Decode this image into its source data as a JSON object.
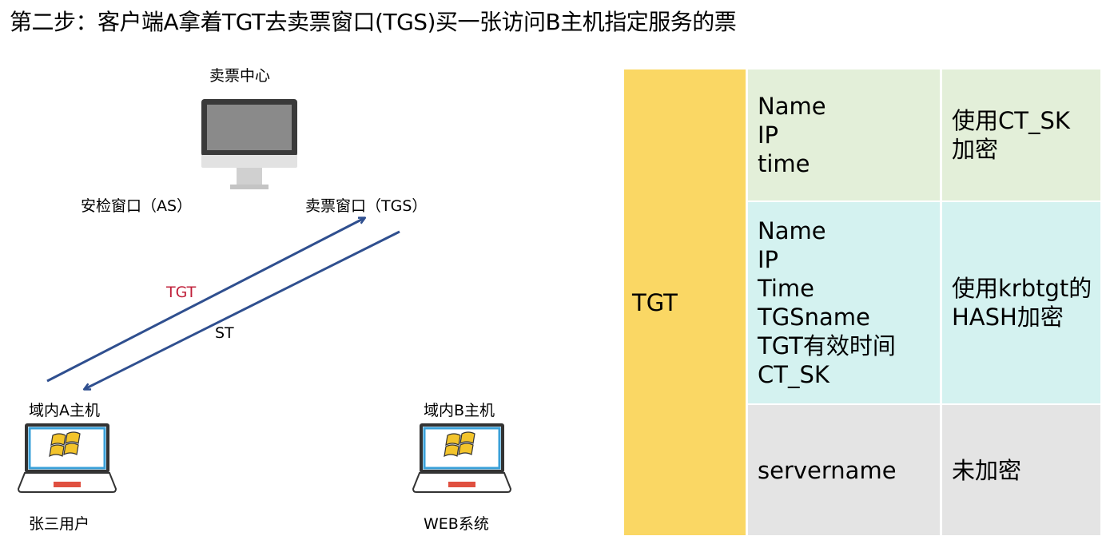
{
  "title": "第二步：客户端A拿着TGT去卖票窗口(TGS)买一张访问B主机指定服务的票",
  "diagram": {
    "ticket_center_label": "卖票中心",
    "as_label": "安检窗口（AS）",
    "tgs_label": "卖票窗口（TGS）",
    "tgt_arrow_label": "TGT",
    "st_arrow_label": "ST",
    "host_a_label": "域内A主机",
    "host_b_label": "域内B主机",
    "user_label": "张三用户",
    "web_label": "WEB系统",
    "colors": {
      "arrow": "#2f4f8f",
      "tgt_label": "#c0203a"
    }
  },
  "table": {
    "header": "TGT",
    "rows": [
      {
        "fields": [
          "Name",
          "IP",
          "time"
        ],
        "encryption": [
          "使用CT_SK",
          "加密"
        ]
      },
      {
        "fields": [
          "Name",
          "IP",
          "Time",
          "TGSname",
          "TGT有效时间",
          "CT_SK"
        ],
        "encryption": [
          "使用krbtgt的",
          "HASH加密"
        ]
      },
      {
        "fields": [
          "servername"
        ],
        "encryption": [
          "未加密"
        ]
      }
    ],
    "colors": {
      "header": "#fad764",
      "row1": "#e3efd9",
      "row2": "#d4f2f0",
      "row3": "#e4e4e4"
    }
  }
}
